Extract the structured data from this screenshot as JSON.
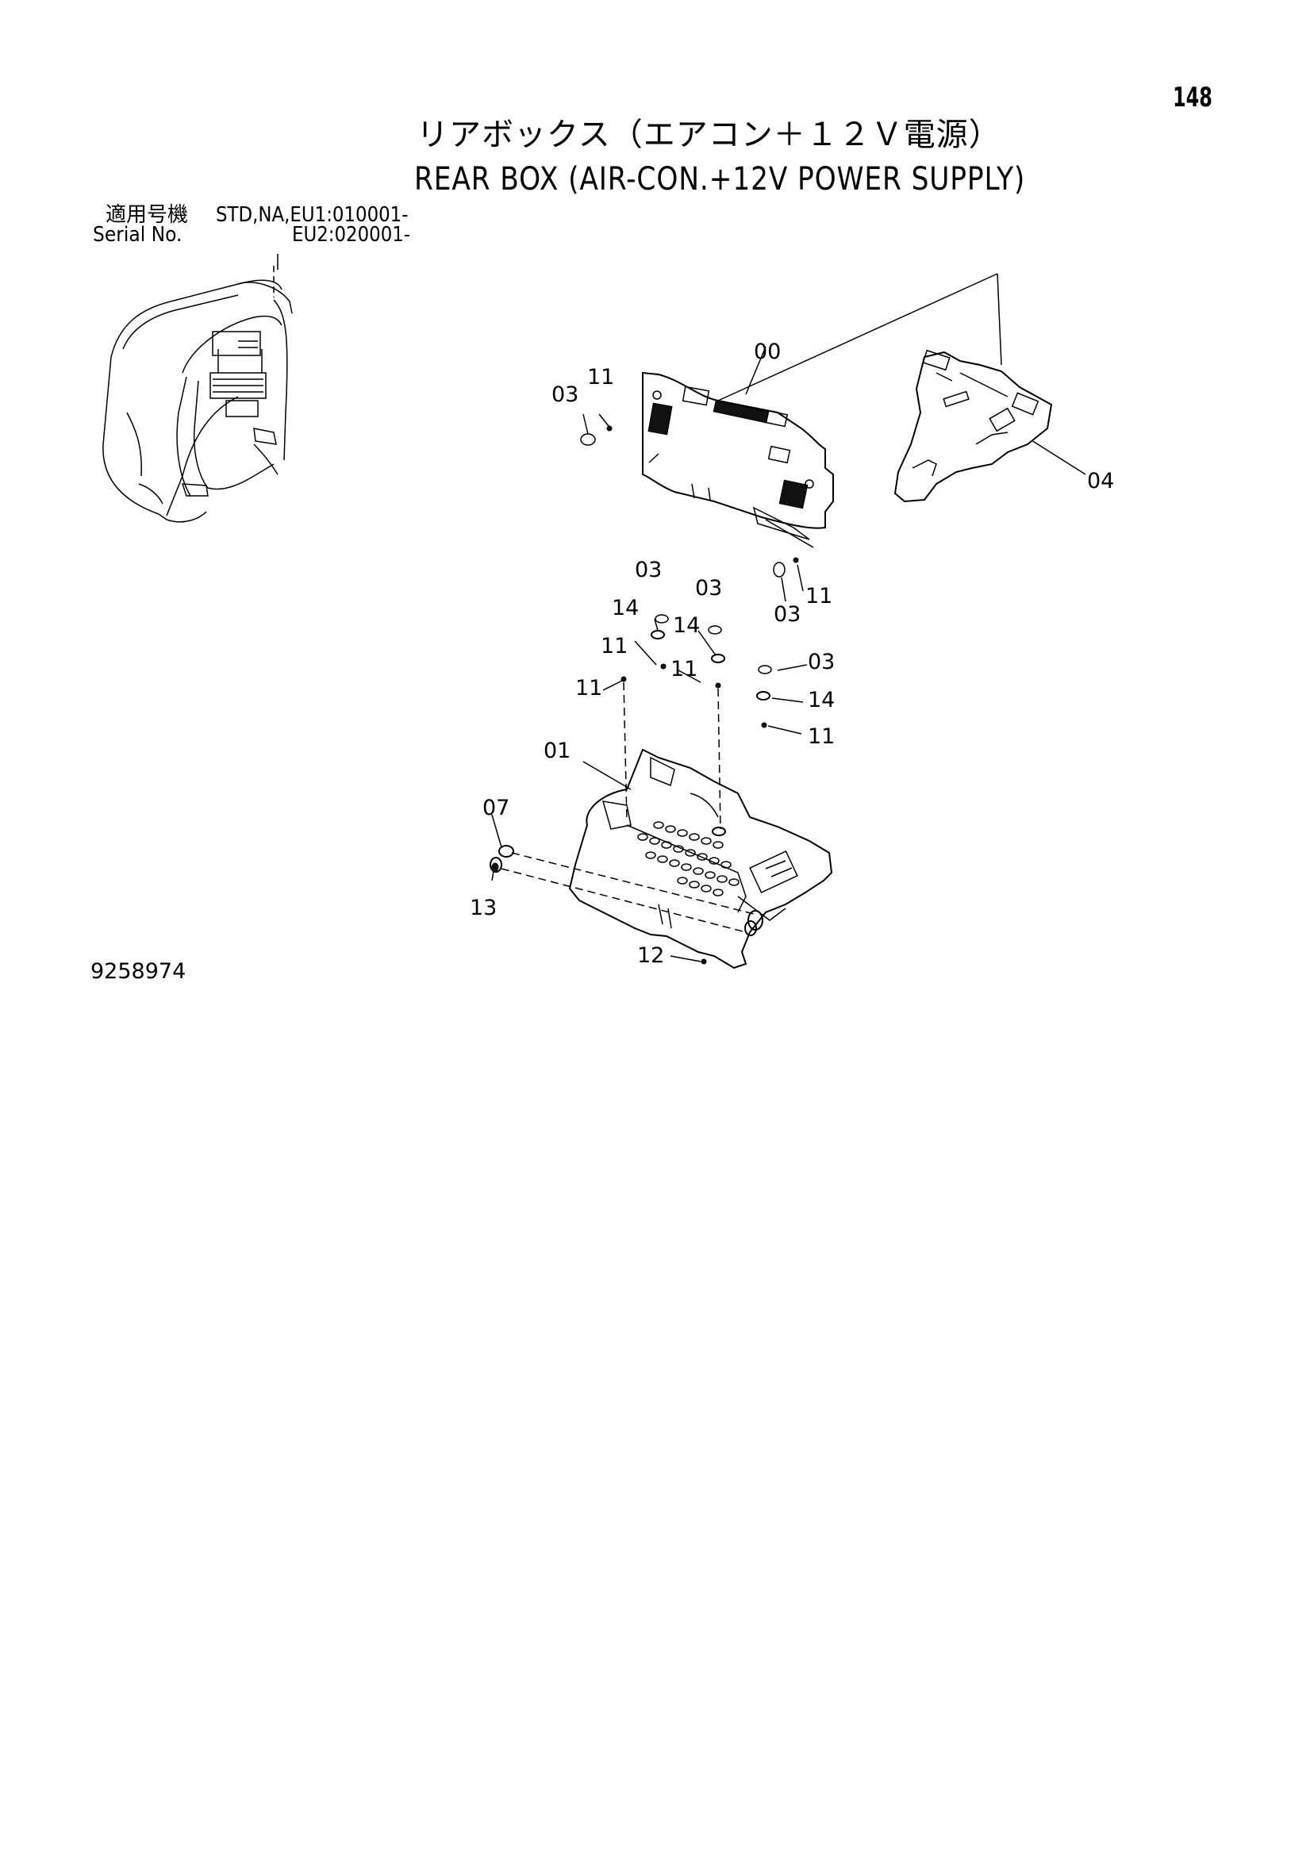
{
  "page": {
    "number": "148",
    "title_jp": "リアボックス（エアコン＋１２Ｖ電源）",
    "title_en": "REAR BOX (AIR-CON.+12V POWER SUPPLY)",
    "serial_label_jp": "適用号機",
    "serial_label_en": "Serial No.",
    "serial_line1": "STD,NA,EU1:010001-",
    "serial_line2": "EU2:020001-",
    "drawing_number": "9258974"
  },
  "callouts": {
    "c00": "00",
    "c01": "01",
    "c03a": "03",
    "c03b": "03",
    "c03c": "03",
    "c03d": "03",
    "c03e": "03",
    "c04": "04",
    "c07": "07",
    "c11a": "11",
    "c11b": "11",
    "c11c": "11",
    "c11d": "11",
    "c11e": "11",
    "c11f": "11",
    "c12": "12",
    "c13": "13",
    "c14a": "14",
    "c14b": "14",
    "c14c": "14"
  }
}
